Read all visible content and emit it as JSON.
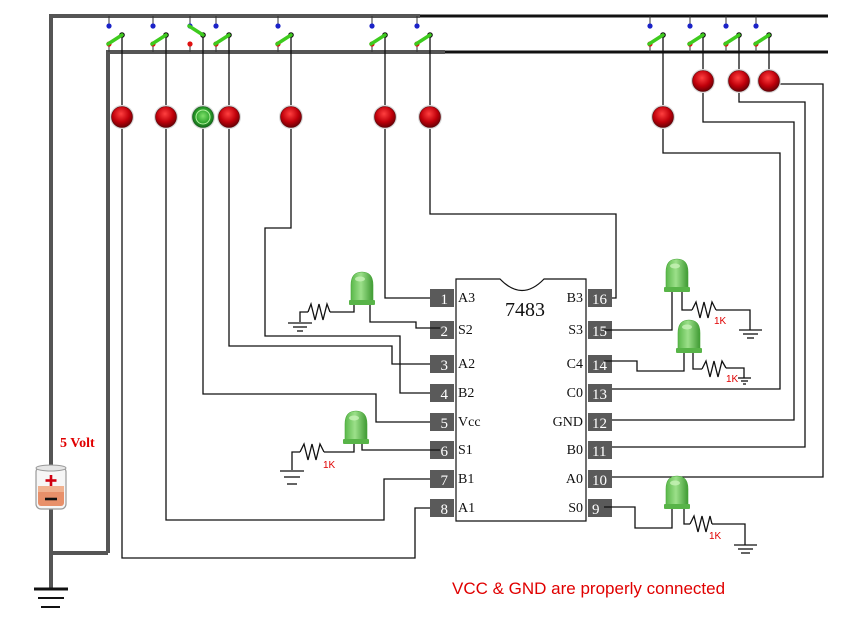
{
  "chip": {
    "part_number": "7483",
    "left_pins": [
      {
        "num": "1",
        "label": "A3"
      },
      {
        "num": "2",
        "label": "S2"
      },
      {
        "num": "3",
        "label": "A2"
      },
      {
        "num": "4",
        "label": "B2"
      },
      {
        "num": "5",
        "label": "Vcc"
      },
      {
        "num": "6",
        "label": "S1"
      },
      {
        "num": "7",
        "label": "B1"
      },
      {
        "num": "8",
        "label": "A1"
      }
    ],
    "right_pins": [
      {
        "num": "16",
        "label": "B3"
      },
      {
        "num": "15",
        "label": "S3"
      },
      {
        "num": "14",
        "label": "C4"
      },
      {
        "num": "13",
        "label": "C0"
      },
      {
        "num": "12",
        "label": "GND"
      },
      {
        "num": "11",
        "label": "B0"
      },
      {
        "num": "10",
        "label": "A0"
      },
      {
        "num": "9",
        "label": "S0"
      }
    ]
  },
  "power": {
    "label": "5 Volt"
  },
  "input_switches": [
    {
      "id": "sw1",
      "position": "low"
    },
    {
      "id": "sw2",
      "position": "low"
    },
    {
      "id": "sw3",
      "position": "high"
    },
    {
      "id": "sw4",
      "position": "low"
    },
    {
      "id": "sw5",
      "position": "low"
    },
    {
      "id": "sw6",
      "position": "low"
    },
    {
      "id": "sw7",
      "position": "low"
    },
    {
      "id": "sw8",
      "position": "low"
    },
    {
      "id": "sw9",
      "position": "low"
    },
    {
      "id": "sw10",
      "position": "low"
    },
    {
      "id": "sw11",
      "position": "low"
    }
  ],
  "input_indicators": [
    {
      "id": "ind1",
      "state": "off",
      "color": "#c0000a"
    },
    {
      "id": "ind2",
      "state": "off",
      "color": "#c0000a"
    },
    {
      "id": "ind3",
      "state": "on",
      "color": "#2ea52e"
    },
    {
      "id": "ind4",
      "state": "off",
      "color": "#c0000a"
    },
    {
      "id": "ind5",
      "state": "off",
      "color": "#c0000a"
    },
    {
      "id": "ind6",
      "state": "off",
      "color": "#c0000a"
    },
    {
      "id": "ind7",
      "state": "off",
      "color": "#c0000a"
    },
    {
      "id": "ind8",
      "state": "off",
      "color": "#c0000a"
    },
    {
      "id": "ind9",
      "state": "off",
      "color": "#c0000a"
    },
    {
      "id": "ind10",
      "state": "off",
      "color": "#c0000a"
    },
    {
      "id": "ind11",
      "state": "off",
      "color": "#c0000a"
    }
  ],
  "output_leds": [
    {
      "id": "S2",
      "color": "#4fbf3f"
    },
    {
      "id": "S1",
      "color": "#4fbf3f"
    },
    {
      "id": "S3",
      "color": "#4fbf3f"
    },
    {
      "id": "C4",
      "color": "#4fbf3f"
    },
    {
      "id": "S0",
      "color": "#4fbf3f"
    }
  ],
  "resistors": [
    {
      "id": "r-s2",
      "label": ""
    },
    {
      "id": "r-s1",
      "label": "1K"
    },
    {
      "id": "r-s3",
      "label": "1K"
    },
    {
      "id": "r-c4",
      "label": "1K"
    },
    {
      "id": "r-s0",
      "label": "1K"
    }
  ],
  "status": {
    "message": "VCC & GND are properly connected"
  },
  "colors": {
    "status_red": "#e00000",
    "led_off_red": "#c0000a",
    "led_on_green": "#2ea52e",
    "switch_lever": "#3ecb1e"
  }
}
